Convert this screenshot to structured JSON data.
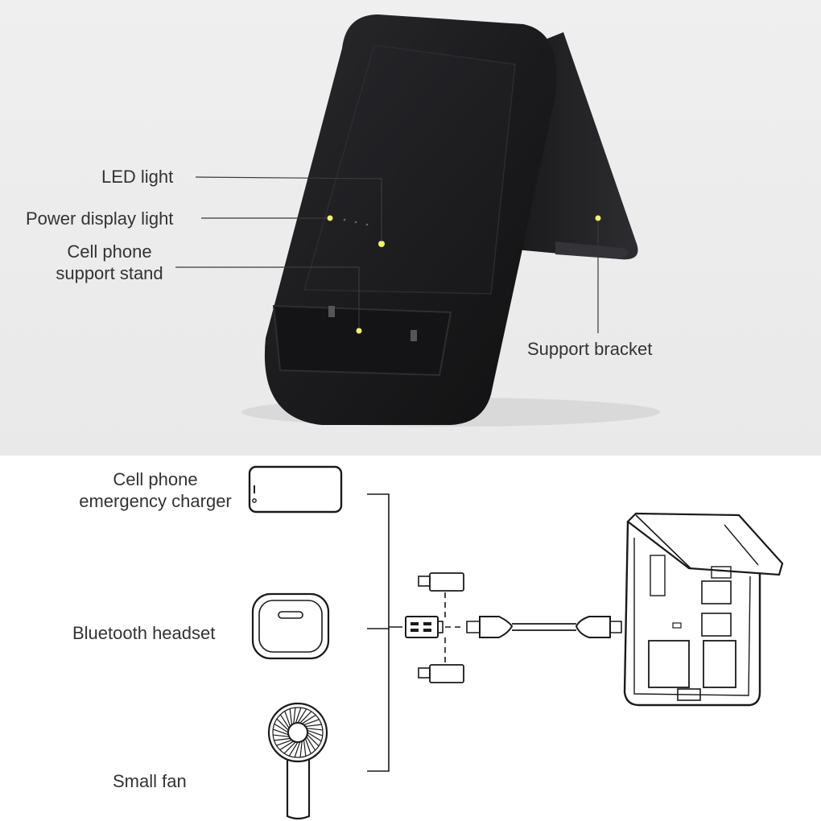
{
  "callouts": {
    "led_light": "LED light",
    "power_display_light": "Power display light",
    "support_stand_line1": "Cell phone",
    "support_stand_line2": "support stand",
    "support_bracket": "Support bracket"
  },
  "accessories": {
    "charger_line1": "Cell phone",
    "charger_line2": "emergency charger",
    "headset": "Bluetooth headset",
    "fan": "Small fan"
  },
  "colors": {
    "photo_background": "#ececec",
    "device_body": "#1c1c1e",
    "marker_dot": "#f4f06a",
    "callout_line": "#3a3a3a"
  },
  "icons": [
    "phone-icon",
    "earbuds-case-icon",
    "fan-icon",
    "usb-a-plug-icon",
    "lightning-tip-icon",
    "usb-c-tip-icon",
    "micro-usb-tip-icon",
    "cable-icon",
    "power-bank-open-icon"
  ]
}
